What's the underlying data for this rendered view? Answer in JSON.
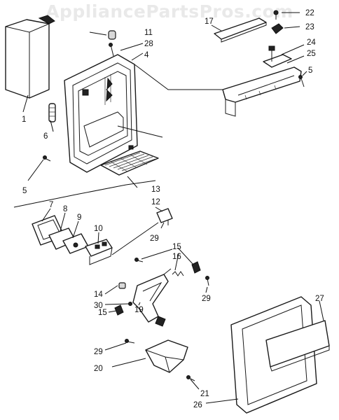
{
  "watermark": "AppliancePartsPros.com",
  "part_labels": {
    "p1": "1",
    "p4": "4",
    "p5a": "5",
    "p5b": "5",
    "p6": "6",
    "p7": "7",
    "p8": "8",
    "p9": "9",
    "p10": "10",
    "p11": "11",
    "p12": "12",
    "p13": "13",
    "p14": "14",
    "p15a": "15",
    "p15b": "15",
    "p16": "16",
    "p17": "17",
    "p19": "19",
    "p20": "20",
    "p21": "21",
    "p22": "22",
    "p23": "23",
    "p24": "24",
    "p25": "25",
    "p26": "26",
    "p27": "27",
    "p28": "28",
    "p29a": "29",
    "p29b": "29",
    "p29c": "29",
    "p30": "30"
  }
}
